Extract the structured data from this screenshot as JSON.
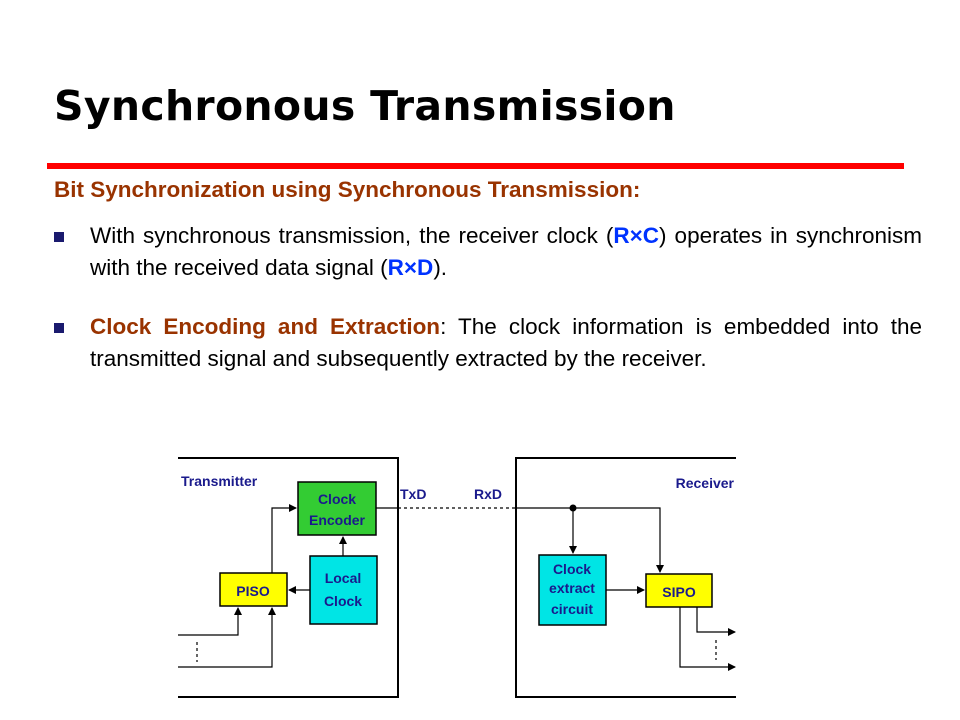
{
  "slide": {
    "title": "Synchronous Transmission",
    "subheading": "Bit Synchronization using Synchronous Transmission:",
    "bullet1": {
      "before": "With synchronous transmission, the receiver clock (",
      "rxc": "R×C",
      "middle": ") operates in synchronism with the received data signal (",
      "rxd": "R×D",
      "after": ")."
    },
    "bullet2": {
      "label": "Clock Encoding and Extraction",
      "text": ": The clock information is embedded into the transmitted signal and subsequently extracted by the receiver."
    },
    "colors": {
      "accent_rule": "#ff0000",
      "subheading": "#993300",
      "emphasis_blue": "#0033ff",
      "diagram_label": "#1a1a8c",
      "box_green": "#33cc33",
      "box_yellow": "#ffff00",
      "box_cyan": "#00e5e5"
    }
  },
  "diagram": {
    "transmitter_label": "Transmitter",
    "receiver_label": "Receiver",
    "txd_label": "TxD",
    "rxd_label": "RxD",
    "clock_encoder": [
      "Clock",
      "Encoder"
    ],
    "piso": "PISO",
    "local_clock": [
      "Local",
      "Clock"
    ],
    "clock_extract": [
      "Clock",
      "extract",
      "circuit"
    ],
    "sipo": "SIPO"
  }
}
